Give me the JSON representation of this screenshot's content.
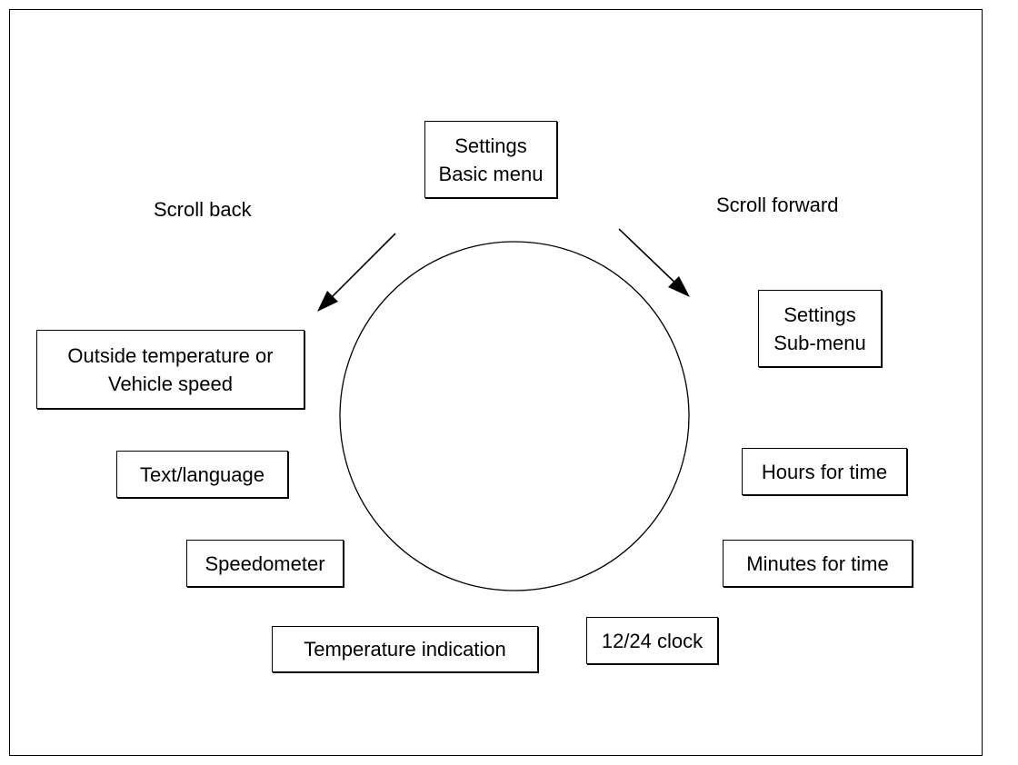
{
  "nodes": {
    "settings_basic": {
      "line1": "Settings",
      "line2": "Basic menu"
    },
    "settings_sub": {
      "line1": "Settings",
      "line2": "Sub-menu"
    },
    "outside_temp": {
      "line1": "Outside temperature or",
      "line2": "Vehicle speed"
    },
    "text_language": {
      "label": "Text/language"
    },
    "speedometer": {
      "label": "Speedometer"
    },
    "temperature_indication": {
      "label": "Temperature indication"
    },
    "clock_12_24": {
      "label": "12/24 clock"
    },
    "minutes_for_time": {
      "label": "Minutes for time"
    },
    "hours_for_time": {
      "label": "Hours for time"
    }
  },
  "labels": {
    "scroll_back": "Scroll back",
    "scroll_forward": "Scroll forward"
  }
}
